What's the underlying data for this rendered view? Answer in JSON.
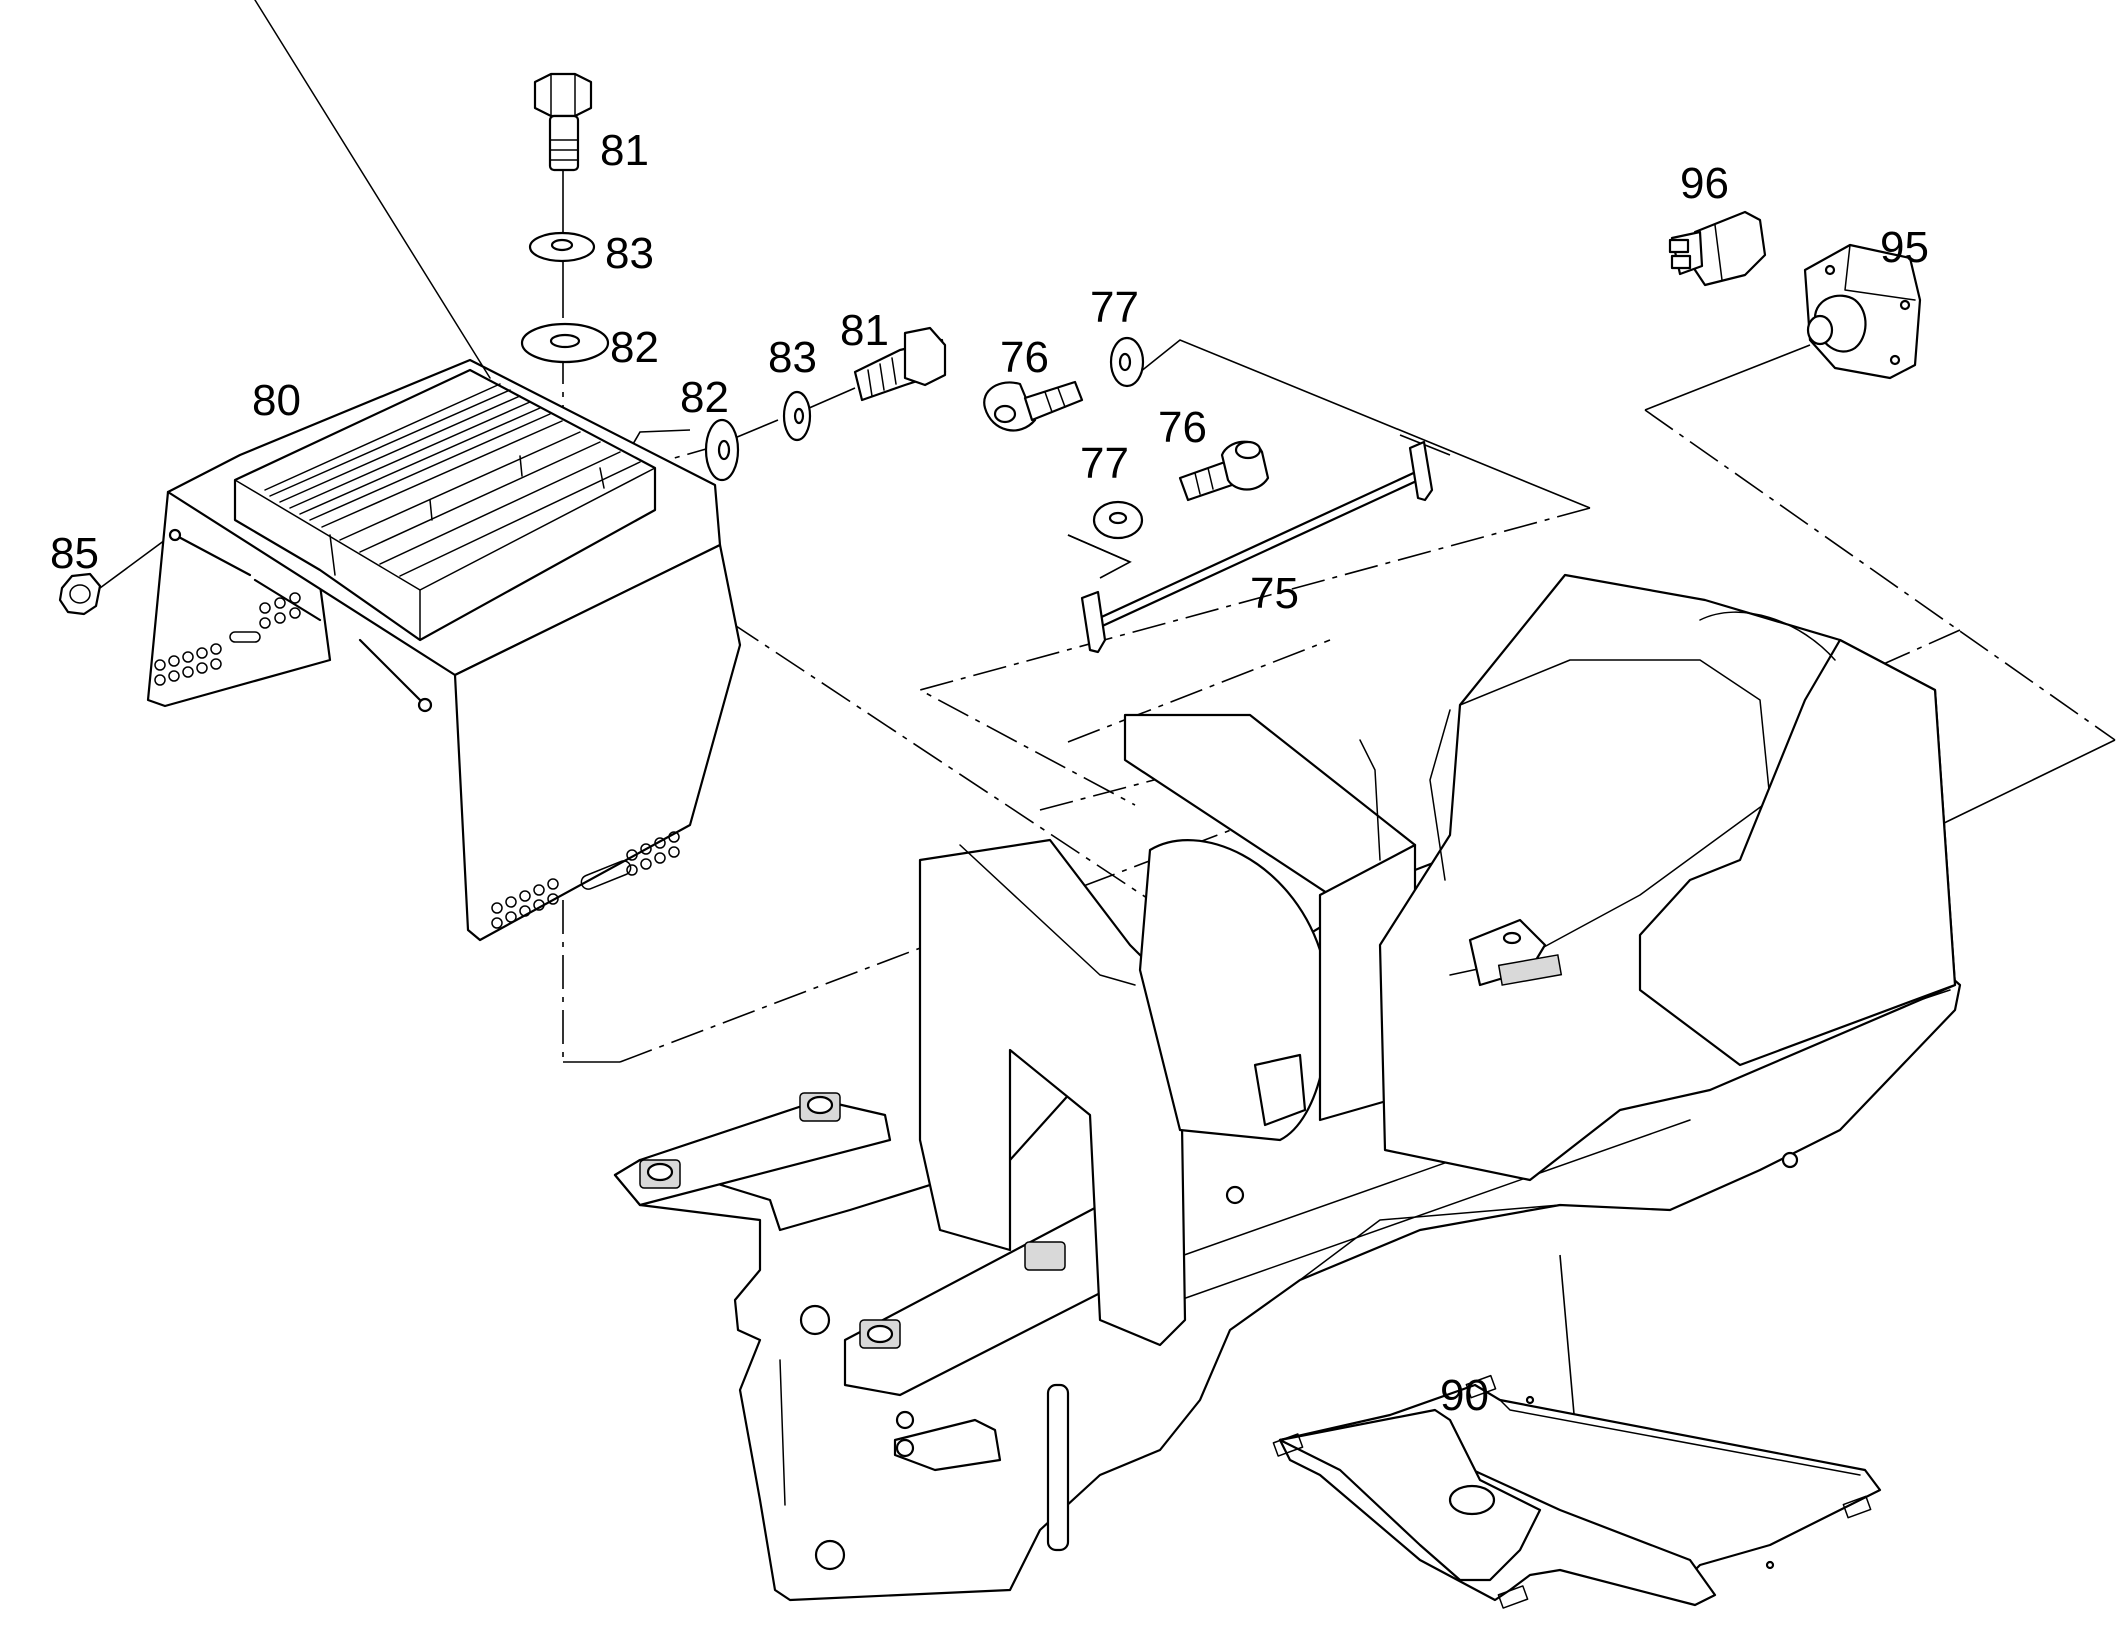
{
  "parts": [
    {
      "id": "p81a",
      "label": "81"
    },
    {
      "id": "p83a",
      "label": "83"
    },
    {
      "id": "p82a",
      "label": "82"
    },
    {
      "id": "p80",
      "label": "80"
    },
    {
      "id": "p85",
      "label": "85"
    },
    {
      "id": "p82b",
      "label": "82"
    },
    {
      "id": "p83b",
      "label": "83"
    },
    {
      "id": "p81b",
      "label": "81"
    },
    {
      "id": "p76a",
      "label": "76"
    },
    {
      "id": "p77a",
      "label": "77"
    },
    {
      "id": "p76b",
      "label": "76"
    },
    {
      "id": "p77b",
      "label": "77"
    },
    {
      "id": "p75",
      "label": "75"
    },
    {
      "id": "p96",
      "label": "96"
    },
    {
      "id": "p95",
      "label": "95"
    },
    {
      "id": "p90",
      "label": "90"
    }
  ]
}
